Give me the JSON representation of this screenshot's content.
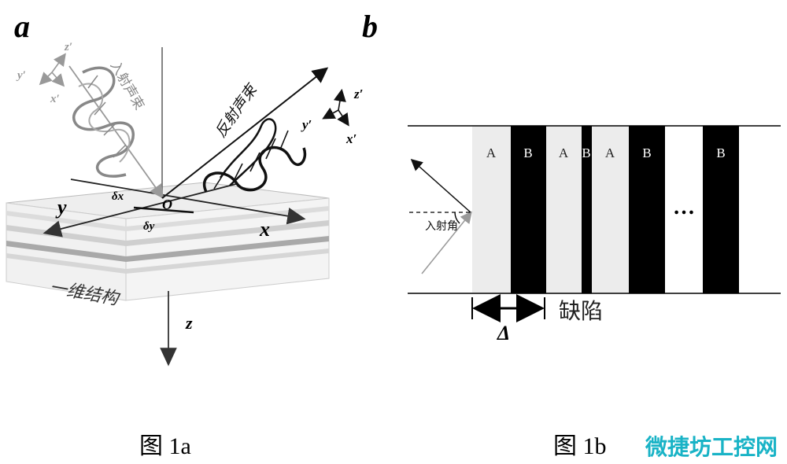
{
  "panel_a": {
    "letter": "a",
    "caption": "图 1a",
    "incident_label": "入射声束",
    "reflected_label": "反射声束",
    "structure_label": "一维结构",
    "origin_label": "O",
    "axes": {
      "x": "x",
      "y": "y",
      "z": "z"
    },
    "offsets": {
      "dx": "δx",
      "dy": "δy"
    },
    "local_axes_incident": {
      "x": "x′",
      "y": "y′",
      "z": "z′"
    },
    "local_axes_reflected": {
      "x": "x′",
      "y": "y′",
      "z": "z′"
    }
  },
  "panel_b": {
    "letter": "b",
    "caption": "图 1b",
    "layers": [
      "A",
      "B",
      "A",
      "B",
      "A",
      "B",
      "B"
    ],
    "ellipsis": "…",
    "incident_angle_label": "入射角",
    "defect_label": "缺陷",
    "shift_label": "Δ"
  },
  "watermark": "微捷坊工控网",
  "colors": {
    "layer_a": "#ececec",
    "layer_b": "#000000",
    "watermark": "#19b3c6"
  }
}
